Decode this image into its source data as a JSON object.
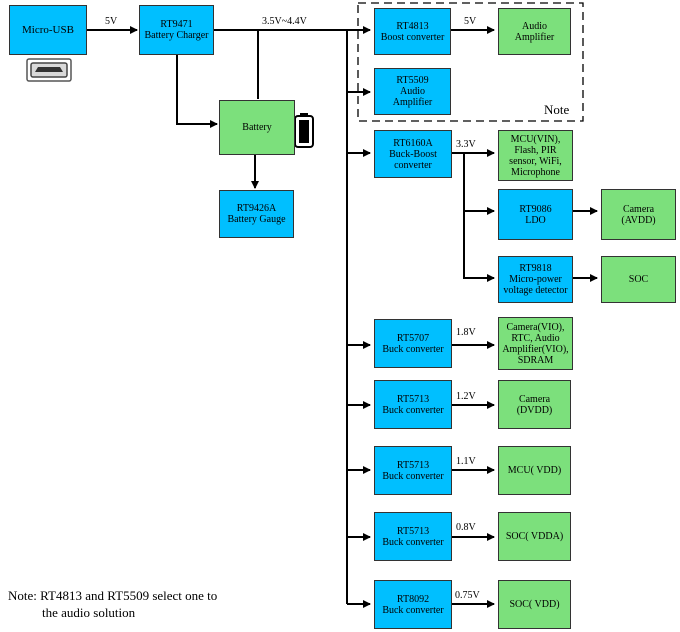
{
  "boxes": {
    "micro_usb": [
      "Micro-USB"
    ],
    "rt9471": [
      "RT9471",
      "Battery Charger"
    ],
    "battery": [
      "Battery"
    ],
    "rt9426a": [
      "RT9426A",
      "Battery Gauge"
    ],
    "rt4813": [
      "RT4813",
      "Boost converter"
    ],
    "audio_amp_1": [
      "Audio",
      "Amplifier"
    ],
    "rt5509": [
      "RT5509",
      "Audio",
      "Amplifier"
    ],
    "rt6160a": [
      "RT6160A",
      "Buck-Boost",
      "converter"
    ],
    "mcu_vin": [
      "MCU(VIN),",
      "Flash, PIR",
      "sensor, WiFi,",
      "Microphone"
    ],
    "rt9086": [
      "RT9086",
      "LDO"
    ],
    "camera_avdd": [
      "Camera",
      "(AVDD)"
    ],
    "rt9818": [
      "RT9818",
      "Micro-power",
      "voltage detector"
    ],
    "soc": [
      "SOC"
    ],
    "rt5707": [
      "RT5707",
      "Buck converter"
    ],
    "camera_vio": [
      "Camera(VIO),",
      "RTC, Audio",
      "Amplifier(VIO),",
      "SDRAM"
    ],
    "rt5713_a": [
      "RT5713",
      "Buck converter"
    ],
    "camera_dvdd": [
      "Camera",
      "(DVDD)"
    ],
    "rt5713_b": [
      "RT5713",
      "Buck converter"
    ],
    "mcu_vdd": [
      "MCU( VDD)"
    ],
    "rt5713_c": [
      "RT5713",
      "Buck converter"
    ],
    "soc_vdda": [
      "SOC( VDDA)"
    ],
    "rt8092": [
      "RT8092",
      "Buck converter"
    ],
    "soc_vdd": [
      "SOC( VDD)"
    ]
  },
  "labels": {
    "v5_usb": "5V",
    "v_bus": "3.5V~4.4V",
    "v5_boost": "5V",
    "v33": "3.3V",
    "v18": "1.8V",
    "v12": "1.2V",
    "v11": "1.1V",
    "v08": "0.8V",
    "v075": "0.75V"
  },
  "note_title": "Note",
  "footnote": [
    "Note: RT4813 and RT5509 select one to",
    "the audio solution"
  ],
  "colors": {
    "converter": "#00BFFF",
    "load": "#7CE07C",
    "wire": "#000000"
  },
  "icons": [
    "usb-port-icon",
    "battery-icon"
  ]
}
